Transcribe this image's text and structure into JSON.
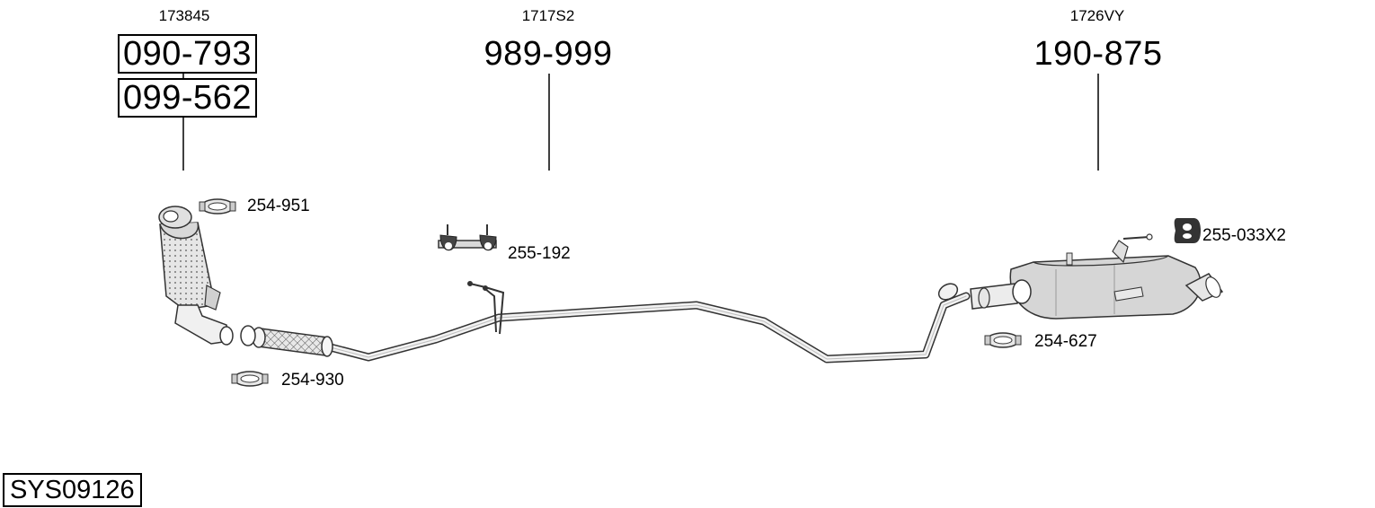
{
  "diagram": {
    "system_id": "SYS09126",
    "groups": [
      {
        "ref": "173845",
        "parts": [
          "090-793",
          "099-562"
        ]
      },
      {
        "ref": "1717S2",
        "parts": [
          "989-999"
        ]
      },
      {
        "ref": "1726VY",
        "parts": [
          "190-875"
        ]
      }
    ],
    "accessories": [
      {
        "code": "254-951",
        "icon": "exhaust-clamp-icon"
      },
      {
        "code": "255-192",
        "icon": "exhaust-hanger-bracket-icon"
      },
      {
        "code": "254-930",
        "icon": "exhaust-clamp-icon"
      },
      {
        "code": "254-627",
        "icon": "exhaust-clamp-icon"
      },
      {
        "code": "255-033X2",
        "icon": "rubber-mount-icon"
      }
    ]
  }
}
